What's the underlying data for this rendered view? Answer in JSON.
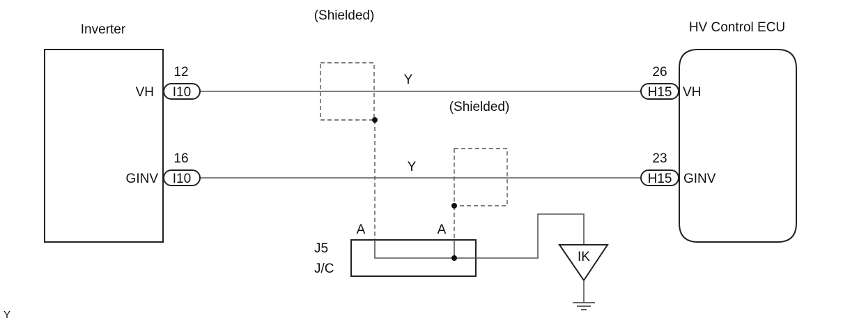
{
  "components": {
    "inverter": {
      "label": "Inverter"
    },
    "ecu": {
      "label": "HV Control ECU"
    },
    "junction": {
      "name": "J5",
      "type": "J/C",
      "pin_a_left": "A",
      "pin_a_right": "A"
    },
    "ground": {
      "label": "IK"
    }
  },
  "shield_labels": {
    "top": "(Shielded)",
    "middle": "(Shielded)"
  },
  "circuits": [
    {
      "signal": "VH",
      "inverter_pin": "12",
      "inverter_connector": "I10",
      "wire_color": "Y",
      "ecu_pin": "26",
      "ecu_connector": "H15",
      "ecu_signal": "VH"
    },
    {
      "signal": "GINV",
      "inverter_pin": "16",
      "inverter_connector": "I10",
      "wire_color": "Y",
      "ecu_pin": "23",
      "ecu_connector": "H15",
      "ecu_signal": "GINV"
    }
  ],
  "corner_note": "Y"
}
